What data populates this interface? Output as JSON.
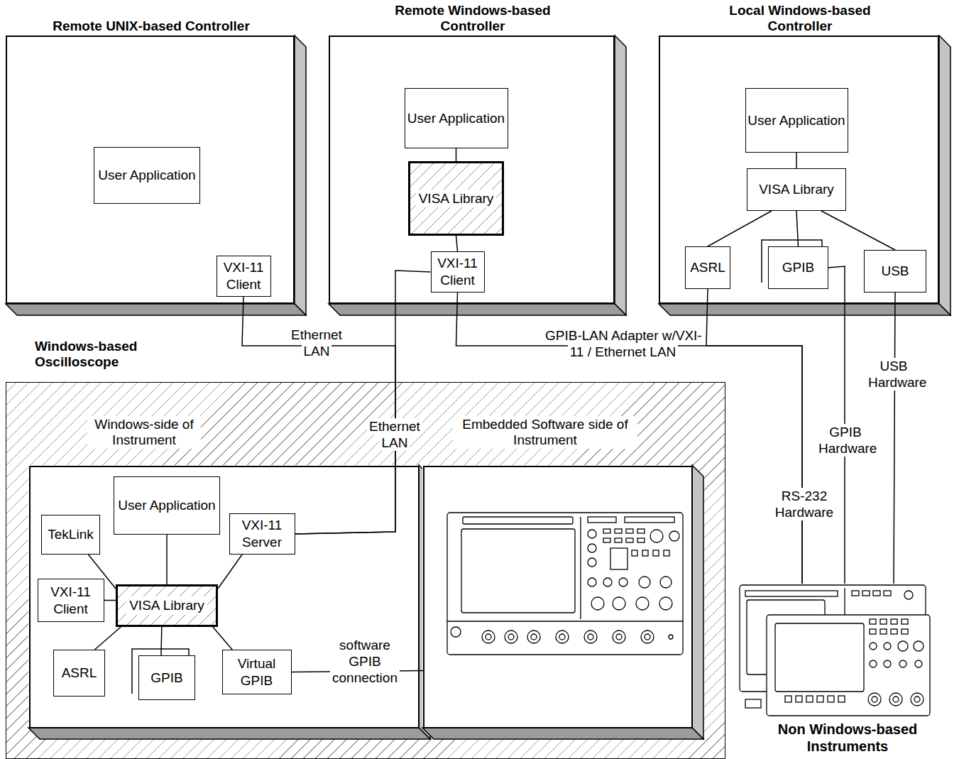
{
  "diagram": {
    "nodes": [
      {
        "text": [
          "Remote UNIX-based Controller"
        ]
      },
      {
        "text": [
          "User Application"
        ],
        "in": 0
      },
      {
        "text": [
          "VXI-11 Client"
        ],
        "in": 0
      },
      {
        "text": [
          "Remote Windows-based Controller"
        ]
      },
      {
        "text": [
          "User Application"
        ],
        "in": 3
      },
      {
        "text": [
          "VISA Library"
        ],
        "in": 3
      },
      {
        "text": [
          "VXI-11 Client"
        ],
        "in": 3
      },
      {
        "text": [
          "Local Windows-based Controller"
        ]
      },
      {
        "text": [
          "User Application"
        ],
        "in": 7
      },
      {
        "text": [
          "VISA Library"
        ],
        "in": 7
      },
      {
        "text": [
          "ASRL"
        ],
        "in": 7
      },
      {
        "text": [
          "GPIB"
        ],
        "in": 7
      },
      {
        "text": [
          "USB"
        ],
        "in": 7
      },
      {
        "text": [
          "Windows-based Oscilloscope"
        ]
      },
      {
        "text": [
          "Windows-side of Instrument"
        ],
        "in": 13
      },
      {
        "text": [
          "User Application"
        ],
        "in": 14
      },
      {
        "text": [
          "TekLink"
        ],
        "in": 14
      },
      {
        "text": [
          "VXI-11 Server"
        ],
        "in": 14
      },
      {
        "text": [
          "VISA Library"
        ],
        "in": 14
      },
      {
        "text": [
          "VXI-11 Client"
        ],
        "in": 14
      },
      {
        "text": [
          "ASRL"
        ],
        "in": 14
      },
      {
        "text": [
          "GPIB"
        ],
        "in": 14
      },
      {
        "text": [
          "Virtual GPIB"
        ],
        "in": 14
      },
      {
        "text": [
          "Embedded Software side of Instrument"
        ],
        "in": 13
      },
      {
        "text": [
          "Non Windows-based Instruments"
        ]
      }
    ],
    "edges": [
      {
        "from": 2,
        "to": 17,
        "label": "Ethernet LAN",
        "arrow": "none"
      },
      {
        "from": 6,
        "to": 17,
        "label": "Ethernet LAN",
        "arrow": "none"
      },
      {
        "from": 6,
        "to": 24,
        "label": "GPIB-LAN Adapter w/VXI-11 / Ethernet LAN",
        "arrow": "none"
      },
      {
        "from": 10,
        "to": 24,
        "label": "RS-232 Hardware",
        "arrow": "none"
      },
      {
        "from": 11,
        "to": 24,
        "label": "GPIB Hardware",
        "arrow": "none"
      },
      {
        "from": 12,
        "to": 24,
        "label": "USB Hardware",
        "arrow": "none"
      },
      {
        "from": 4,
        "to": 5,
        "arrow": "none"
      },
      {
        "from": 5,
        "to": 6,
        "arrow": "none"
      },
      {
        "from": 8,
        "to": 9,
        "arrow": "none"
      },
      {
        "from": 9,
        "to": 10,
        "arrow": "none"
      },
      {
        "from": 9,
        "to": 11,
        "arrow": "none"
      },
      {
        "from": 9,
        "to": 12,
        "arrow": "none"
      },
      {
        "from": 15,
        "to": 18,
        "arrow": "none"
      },
      {
        "from": 16,
        "to": 18,
        "arrow": "none"
      },
      {
        "from": 19,
        "to": 18,
        "arrow": "none"
      },
      {
        "from": 17,
        "to": 18,
        "arrow": "none"
      },
      {
        "from": 20,
        "to": 18,
        "arrow": "none"
      },
      {
        "from": 21,
        "to": 18,
        "arrow": "none"
      },
      {
        "from": 22,
        "to": 18,
        "arrow": "none"
      },
      {
        "from": 22,
        "to": 23,
        "label": "software GPIB connection",
        "arrow": "none"
      }
    ]
  }
}
